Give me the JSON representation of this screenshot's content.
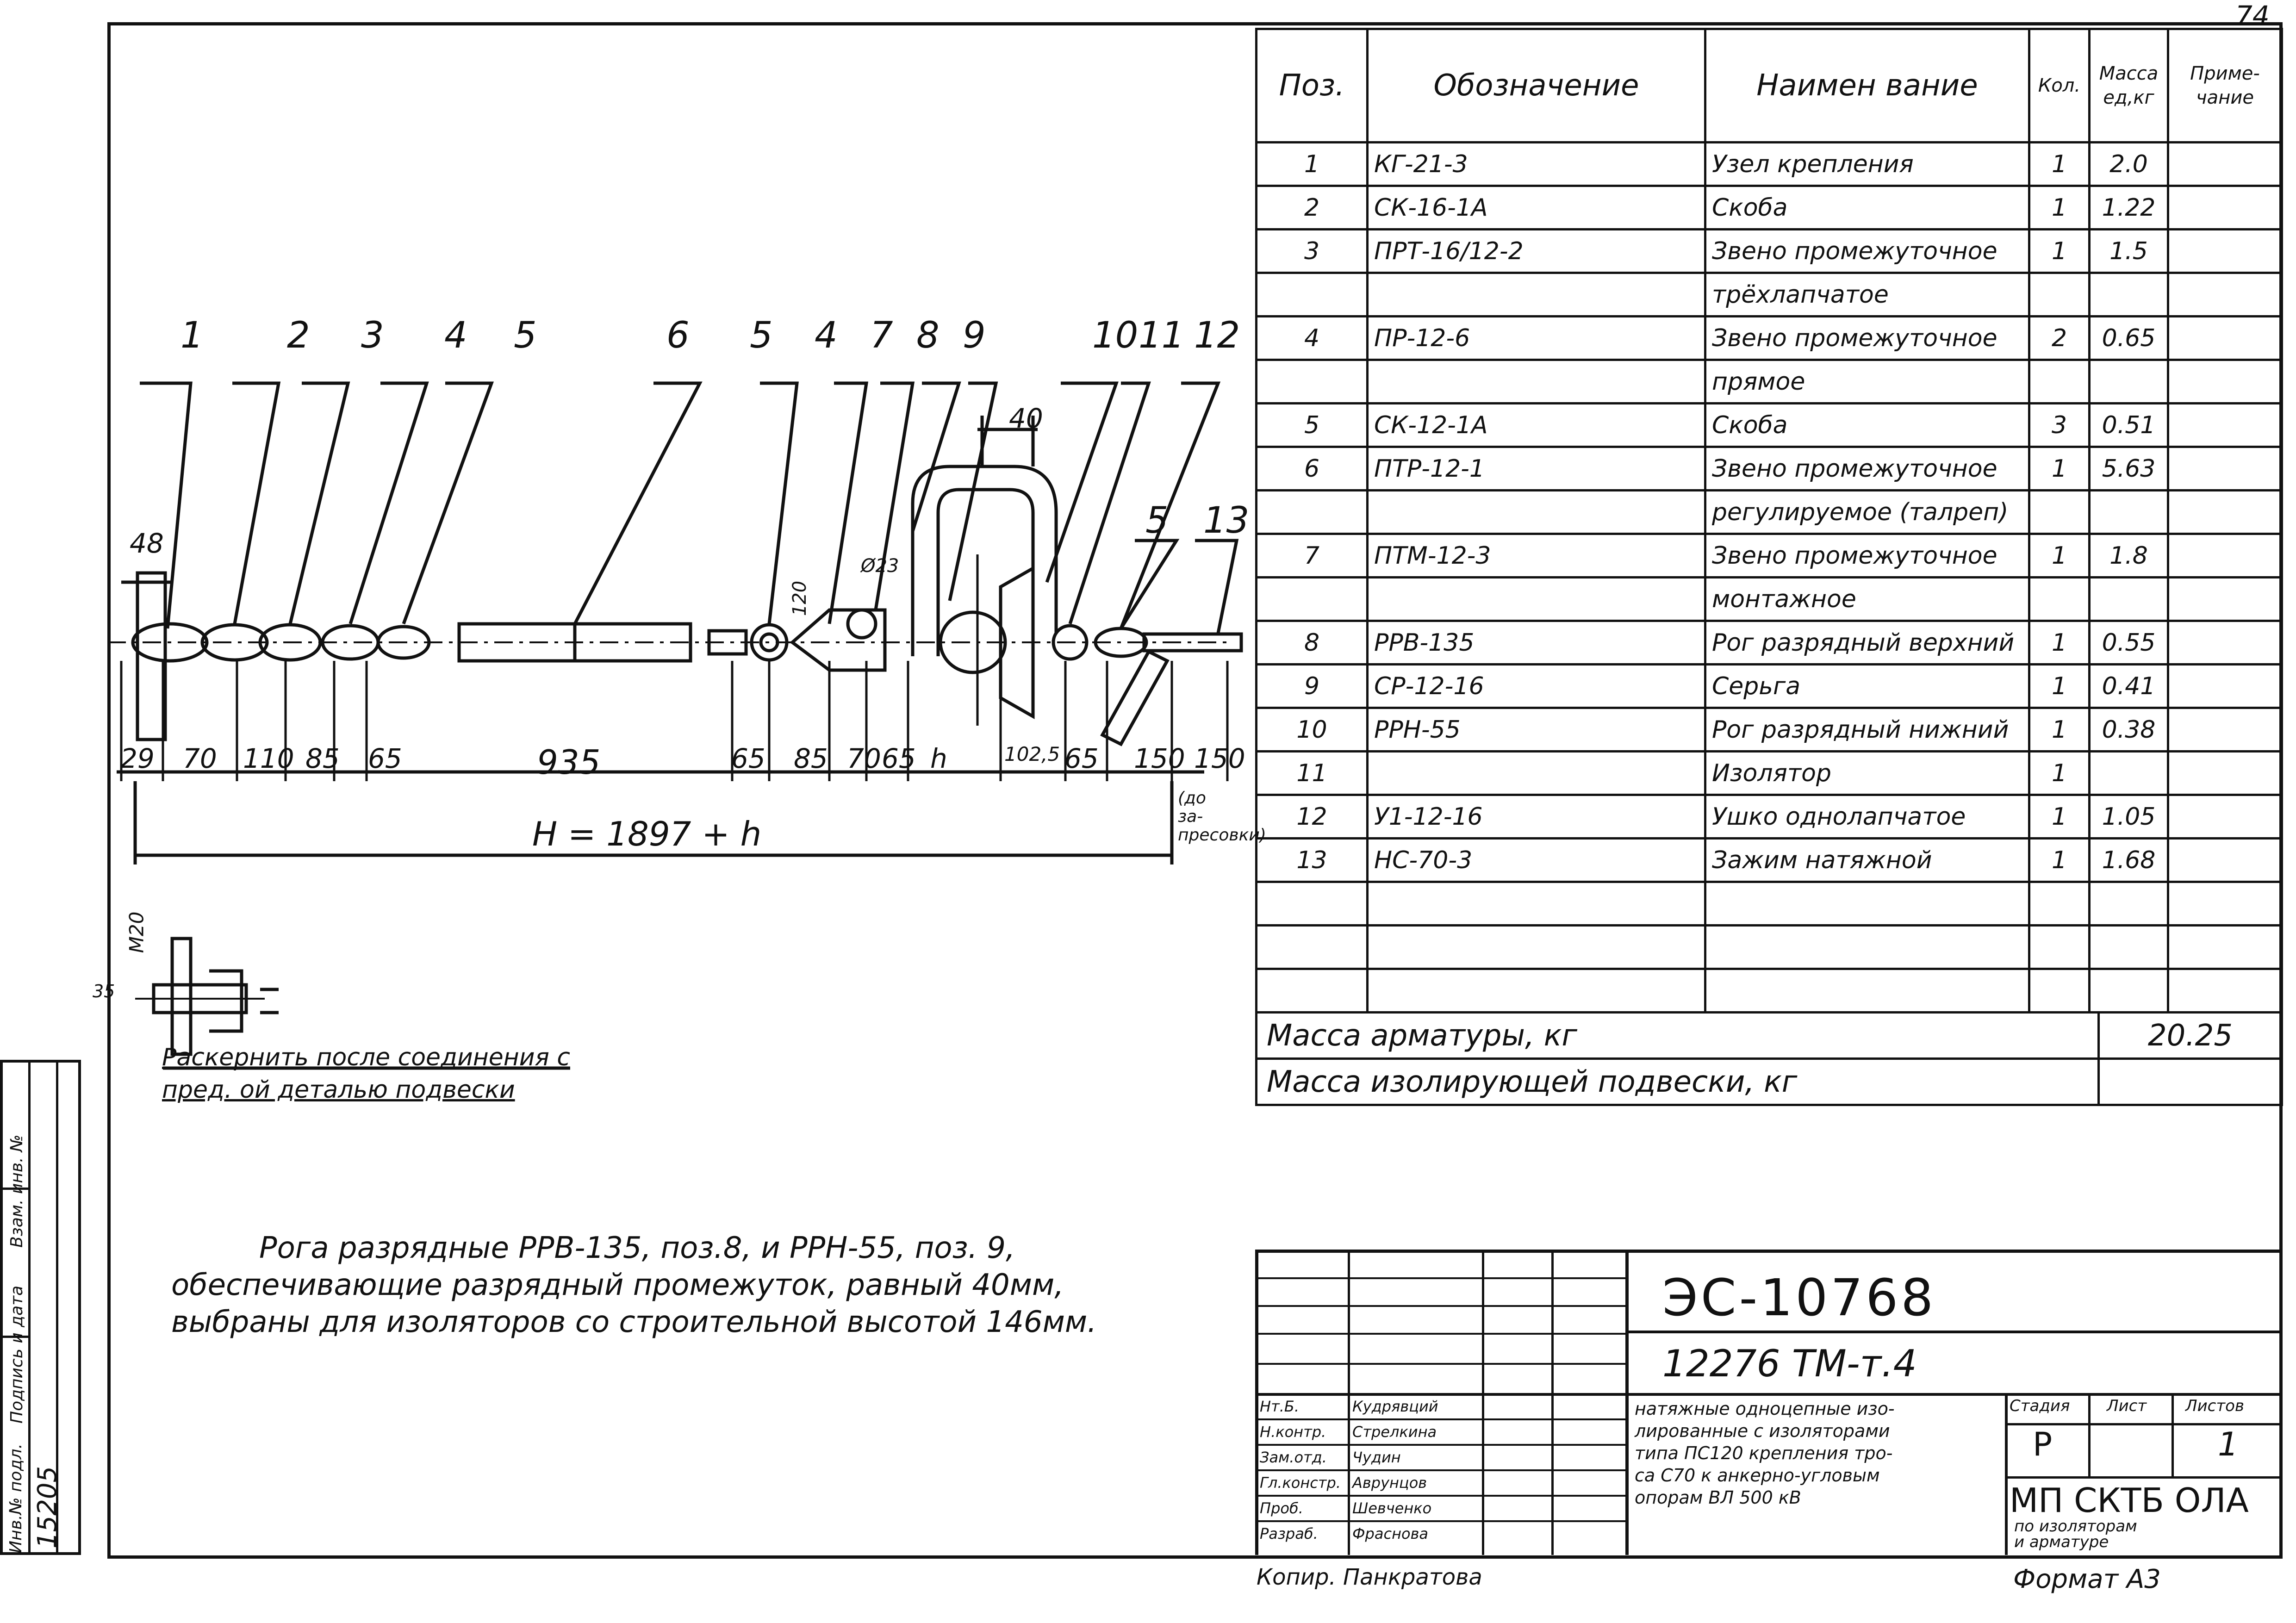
{
  "sheet_number": "74",
  "spec_table": {
    "headers": {
      "pos": "Поз.",
      "designation": "Обозначение",
      "name": "Наимен вание",
      "qty": "Кол.",
      "mass": "Масса ед,кг",
      "note": "Приме-чание"
    },
    "rows": [
      {
        "pos": "1",
        "designation": "КГ-21-3",
        "name": "Узел крепления",
        "qty": "1",
        "mass": "2.0",
        "note": ""
      },
      {
        "pos": "2",
        "designation": "СК-16-1А",
        "name": "Скоба",
        "qty": "1",
        "mass": "1.22",
        "note": ""
      },
      {
        "pos": "3",
        "designation": "ПРТ-16/12-2",
        "name": "Звено промежуточное",
        "qty": "1",
        "mass": "1.5",
        "note": ""
      },
      {
        "pos": "",
        "designation": "",
        "name": "трёхлапчатое",
        "qty": "",
        "mass": "",
        "note": ""
      },
      {
        "pos": "4",
        "designation": "ПР-12-6",
        "name": "Звено промежуточное",
        "qty": "2",
        "mass": "0.65",
        "note": ""
      },
      {
        "pos": "",
        "designation": "",
        "name": "прямое",
        "qty": "",
        "mass": "",
        "note": ""
      },
      {
        "pos": "5",
        "designation": "СК-12-1А",
        "name": "Скоба",
        "qty": "3",
        "mass": "0.51",
        "note": ""
      },
      {
        "pos": "6",
        "designation": "ПТР-12-1",
        "name": "Звено промежуточное",
        "qty": "1",
        "mass": "5.63",
        "note": ""
      },
      {
        "pos": "",
        "designation": "",
        "name": "регулируемое (талреп)",
        "qty": "",
        "mass": "",
        "note": ""
      },
      {
        "pos": "7",
        "designation": "ПТМ-12-3",
        "name": "Звено промежуточное",
        "qty": "1",
        "mass": "1.8",
        "note": ""
      },
      {
        "pos": "",
        "designation": "",
        "name": "монтажное",
        "qty": "",
        "mass": "",
        "note": ""
      },
      {
        "pos": "8",
        "designation": "РРВ-135",
        "name": "Рог разрядный верхний",
        "qty": "1",
        "mass": "0.55",
        "note": ""
      },
      {
        "pos": "9",
        "designation": "СР-12-16",
        "name": "Серьга",
        "qty": "1",
        "mass": "0.41",
        "note": ""
      },
      {
        "pos": "10",
        "designation": "РРН-55",
        "name": "Рог разрядный нижний",
        "qty": "1",
        "mass": "0.38",
        "note": ""
      },
      {
        "pos": "11",
        "designation": "",
        "name": "Изолятор",
        "qty": "1",
        "mass": "",
        "note": ""
      },
      {
        "pos": "12",
        "designation": "У1-12-16",
        "name": "Ушко однолапчатое",
        "qty": "1",
        "mass": "1.05",
        "note": ""
      },
      {
        "pos": "13",
        "designation": "НС-70-3",
        "name": "Зажим натяжной",
        "qty": "1",
        "mass": "1.68",
        "note": ""
      },
      {
        "pos": "",
        "designation": "",
        "name": "",
        "qty": "",
        "mass": "",
        "note": ""
      },
      {
        "pos": "",
        "designation": "",
        "name": "",
        "qty": "",
        "mass": "",
        "note": ""
      },
      {
        "pos": "",
        "designation": "",
        "name": "",
        "qty": "",
        "mass": "",
        "note": ""
      }
    ],
    "totals": [
      {
        "label": "Масса арматуры, кг",
        "value": "20.25"
      },
      {
        "label": "Масса изолирующей подвески, кг",
        "value": ""
      }
    ]
  },
  "drawing": {
    "callouts_top": [
      "1",
      "2",
      "3",
      "4",
      "5",
      "6",
      "5",
      "4",
      "7",
      "8",
      "9",
      "10",
      "11",
      "12"
    ],
    "callouts_right": [
      "5",
      "13"
    ],
    "dim_top_48": "48",
    "dim_gap_40": "40",
    "dim_small_a": "120",
    "dim_small_b": "Ø23",
    "dims_bottom": [
      "29",
      "70",
      "110",
      "85",
      "65",
      "935",
      "65",
      "85",
      "70",
      "65",
      "h",
      "102,5",
      "65",
      "150",
      "150"
    ],
    "dim_total": "H = 1897 + h",
    "dim_note_right": "(до за-пресовки)",
    "detail_dim": "М20",
    "detail_dim2": "35",
    "detail_note_line1": "Раскернить после соединения с",
    "detail_note_line2": "пред. ой деталью подвески"
  },
  "note": {
    "line1": "Рога разрядные РРВ-135, поз.8, и РРН-55, поз. 9,",
    "line2": "обеспечивающие разрядный промежуток, равный 40мм,",
    "line3": "выбраны для изоляторов со строительной высотой 146мм."
  },
  "side_stamp": {
    "col1": "Инв.№ подл.",
    "col1_value": "15205",
    "col2": "Подпись и дата",
    "col3": "Взам. инв. №"
  },
  "title_block": {
    "doc_code": "ЭС-10768",
    "project_code": "12276 ТМ-т.4",
    "title_line1": "натяжные одноцепные изо-",
    "title_line2": "лированные с изоляторами",
    "title_line3": "типа ПС120 крепления тро-",
    "title_line4": "са С70 к анкерно-угловым",
    "title_line5": "опорам ВЛ 500 кВ",
    "stage_label": "Стадия",
    "sheet_label": "Лист",
    "sheets_label": "Листов",
    "stage_value": "Р",
    "sheets_value": "1",
    "org": "МП СКТБ ОЛА",
    "org_sub1": "по изоляторам",
    "org_sub2": "и арматуре",
    "roles": [
      {
        "role": "Нт.Б.",
        "name": "Кудрявций"
      },
      {
        "role": "Н.контр.",
        "name": "Стрелкина"
      },
      {
        "role": "Зам.отд.",
        "name": "Чудин"
      },
      {
        "role": "Гл.констр.",
        "name": "Аврунцов"
      },
      {
        "role": "Проб.",
        "name": "Шевченко"
      },
      {
        "role": "Разраб.",
        "name": "Фраснова"
      }
    ],
    "copied_by": "Копир. Панкратова",
    "format": "Формат А3"
  }
}
